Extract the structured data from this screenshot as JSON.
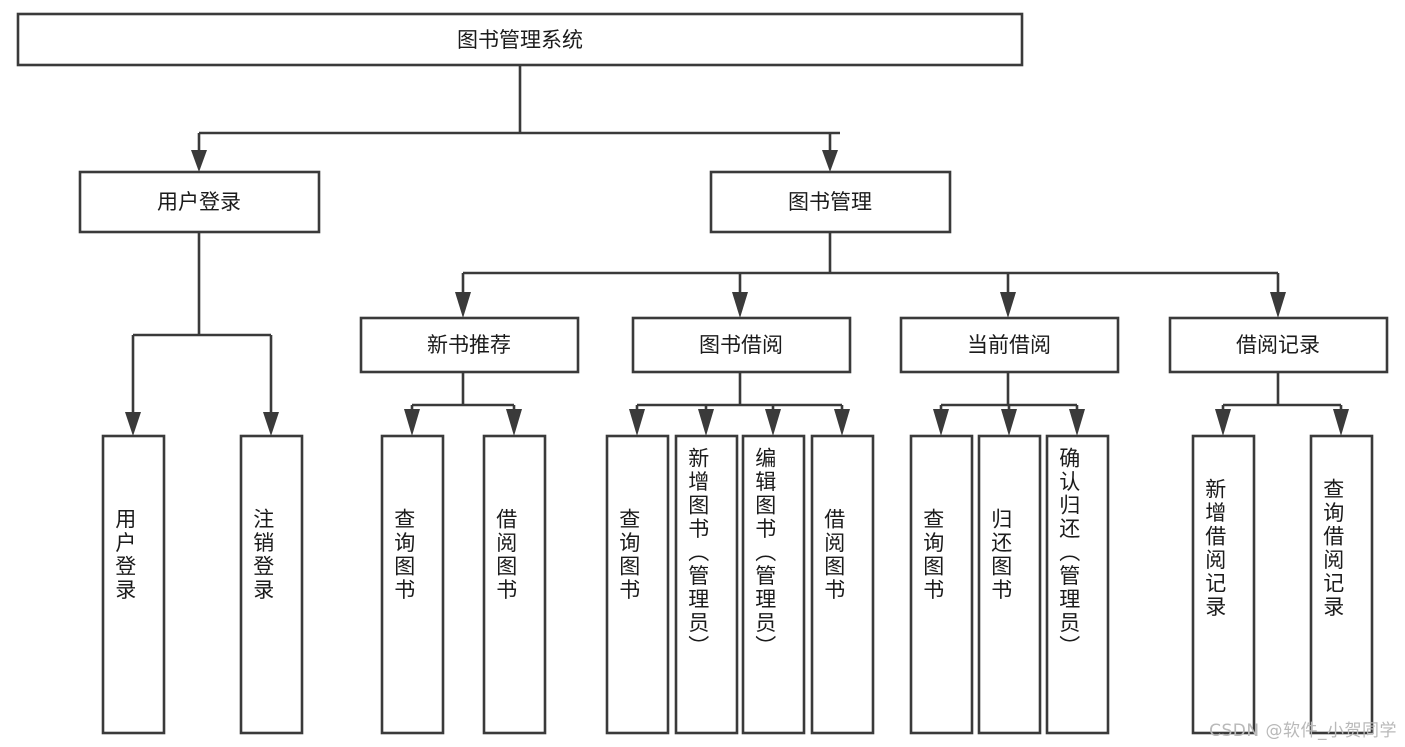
{
  "diagram": {
    "type": "tree-hierarchy",
    "title": "图书管理系统",
    "root": {
      "id": "root",
      "label": "图书管理系统",
      "orientation": "horizontal"
    },
    "level1": [
      {
        "id": "user-login",
        "label": "用户登录",
        "orientation": "horizontal"
      },
      {
        "id": "book-manage",
        "label": "图书管理",
        "orientation": "horizontal"
      }
    ],
    "level2": [
      {
        "id": "new-book-rec",
        "label": "新书推荐",
        "orientation": "horizontal",
        "parent": "book-manage"
      },
      {
        "id": "book-borrow",
        "label": "图书借阅",
        "orientation": "horizontal",
        "parent": "book-manage"
      },
      {
        "id": "current-borrow",
        "label": "当前借阅",
        "orientation": "horizontal",
        "parent": "book-manage"
      },
      {
        "id": "borrow-record",
        "label": "借阅记录",
        "orientation": "horizontal",
        "parent": "book-manage"
      }
    ],
    "leaves": [
      {
        "id": "leaf-user-login",
        "label": "用户登录",
        "orientation": "vertical",
        "parent": "user-login"
      },
      {
        "id": "leaf-logout",
        "label": "注销登录",
        "orientation": "vertical",
        "parent": "user-login"
      },
      {
        "id": "leaf-query-book-1",
        "label": "查询图书",
        "orientation": "vertical",
        "parent": "new-book-rec"
      },
      {
        "id": "leaf-borrow-book-1",
        "label": "借阅图书",
        "orientation": "vertical",
        "parent": "new-book-rec"
      },
      {
        "id": "leaf-query-book-2",
        "label": "查询图书",
        "orientation": "vertical",
        "parent": "book-borrow"
      },
      {
        "id": "leaf-add-book",
        "label": "新增图书（管理员）",
        "orientation": "vertical",
        "parent": "book-borrow"
      },
      {
        "id": "leaf-edit-book",
        "label": "编辑图书（管理员）",
        "orientation": "vertical",
        "parent": "book-borrow"
      },
      {
        "id": "leaf-borrow-book-2",
        "label": "借阅图书",
        "orientation": "vertical",
        "parent": "book-borrow"
      },
      {
        "id": "leaf-query-book-3",
        "label": "查询图书",
        "orientation": "vertical",
        "parent": "current-borrow"
      },
      {
        "id": "leaf-return-book",
        "label": "归还图书",
        "orientation": "vertical",
        "parent": "current-borrow"
      },
      {
        "id": "leaf-confirm-return",
        "label": "确认归还（管理员）",
        "orientation": "vertical",
        "parent": "current-borrow"
      },
      {
        "id": "leaf-add-record",
        "label": "新增借阅记录",
        "orientation": "vertical",
        "parent": "borrow-record"
      },
      {
        "id": "leaf-query-record",
        "label": "查询借阅记录",
        "orientation": "vertical",
        "parent": "borrow-record"
      }
    ],
    "watermark": "CSDN @软件_小贺同学",
    "colors": {
      "stroke": "#3a3a3a",
      "box_fill": "#ffffff",
      "text": "#1b1b1b",
      "background": "#ffffff",
      "watermark_text": "#b9b9b9"
    }
  }
}
